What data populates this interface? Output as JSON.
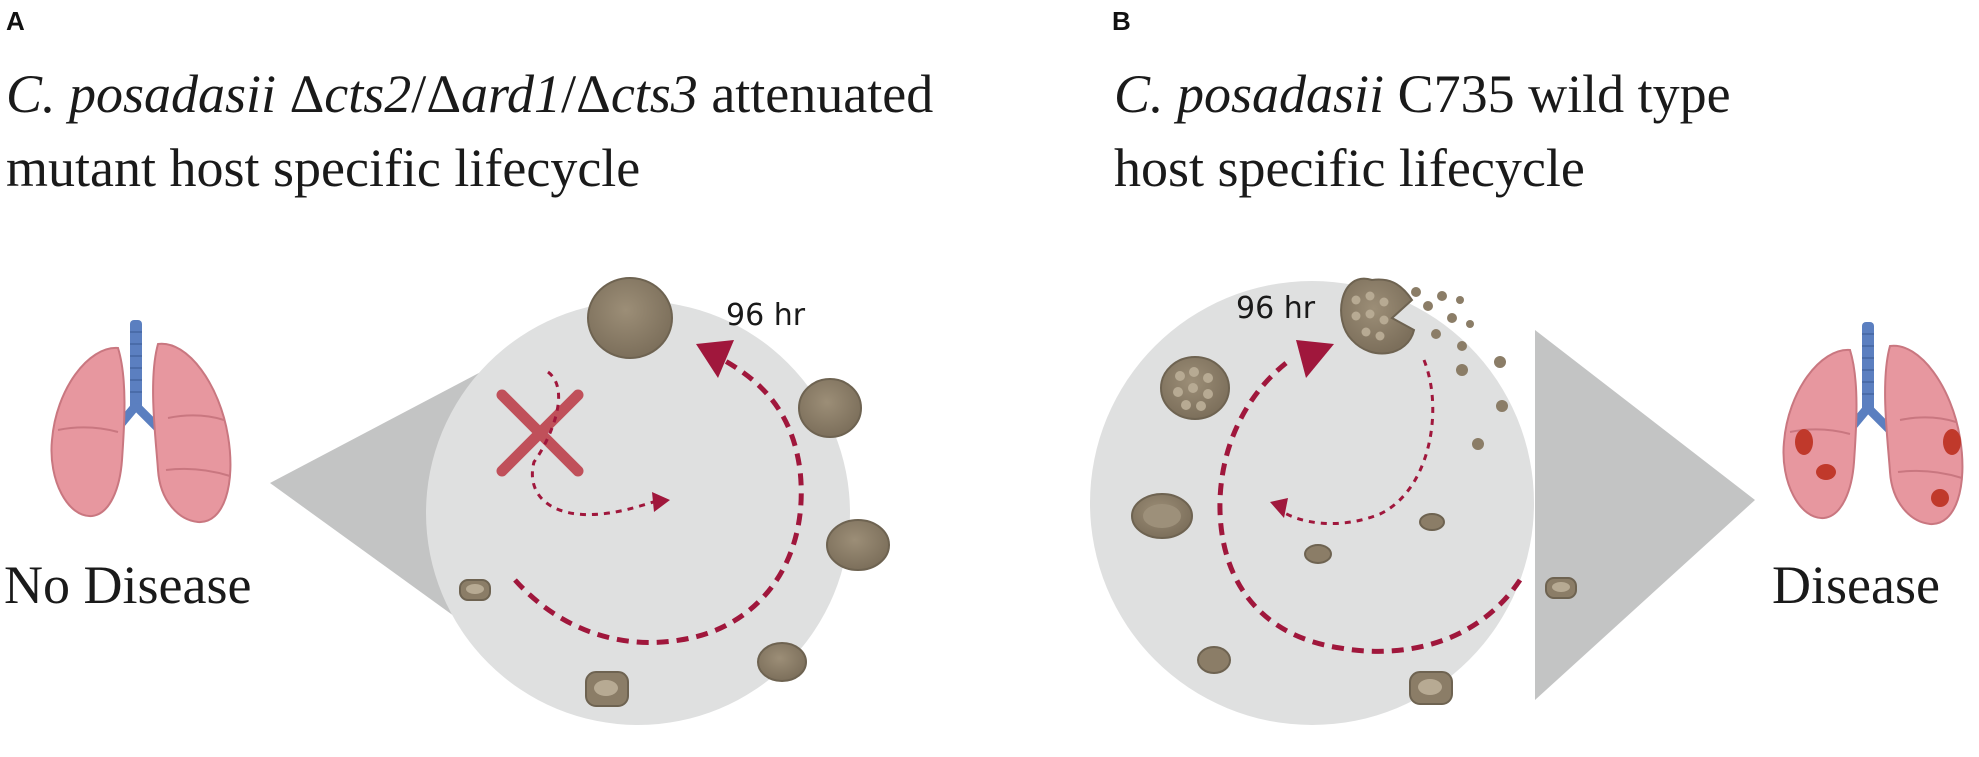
{
  "panel_a": {
    "letter": "A",
    "title_line1": {
      "species": "C. posadasii",
      "d1": "Δ",
      "g1": "cts2",
      "s1": "/",
      "d2": "Δ",
      "g2": "ard1",
      "s2": "/",
      "d3": "Δ",
      "g3": "cts3",
      "rest": " attenuated"
    },
    "title_line2": "mutant host specific lifecycle",
    "outcome": "No Disease",
    "time_label": "96 hr",
    "icons": [
      "lungs-icon",
      "blocked-cross-icon"
    ]
  },
  "panel_b": {
    "letter": "B",
    "title_line1": {
      "species": "C. posadasii",
      "rest": " C735 wild type"
    },
    "title_line2": "host specific lifecycle",
    "outcome": "Disease",
    "time_label": "96 hr",
    "icons": [
      "diseased-lungs-icon"
    ]
  },
  "colors": {
    "circle_fill": "#dfe0e0",
    "cone_fill": "#c3c4c4",
    "arrow": "#a0173c",
    "cell_fill": "#8b7d67",
    "cell_stroke": "#6e6351",
    "lung_fill": "#e7979f",
    "trachea": "#5b7fc0",
    "lesion": "#c0392b",
    "cross": "#c0505a"
  }
}
